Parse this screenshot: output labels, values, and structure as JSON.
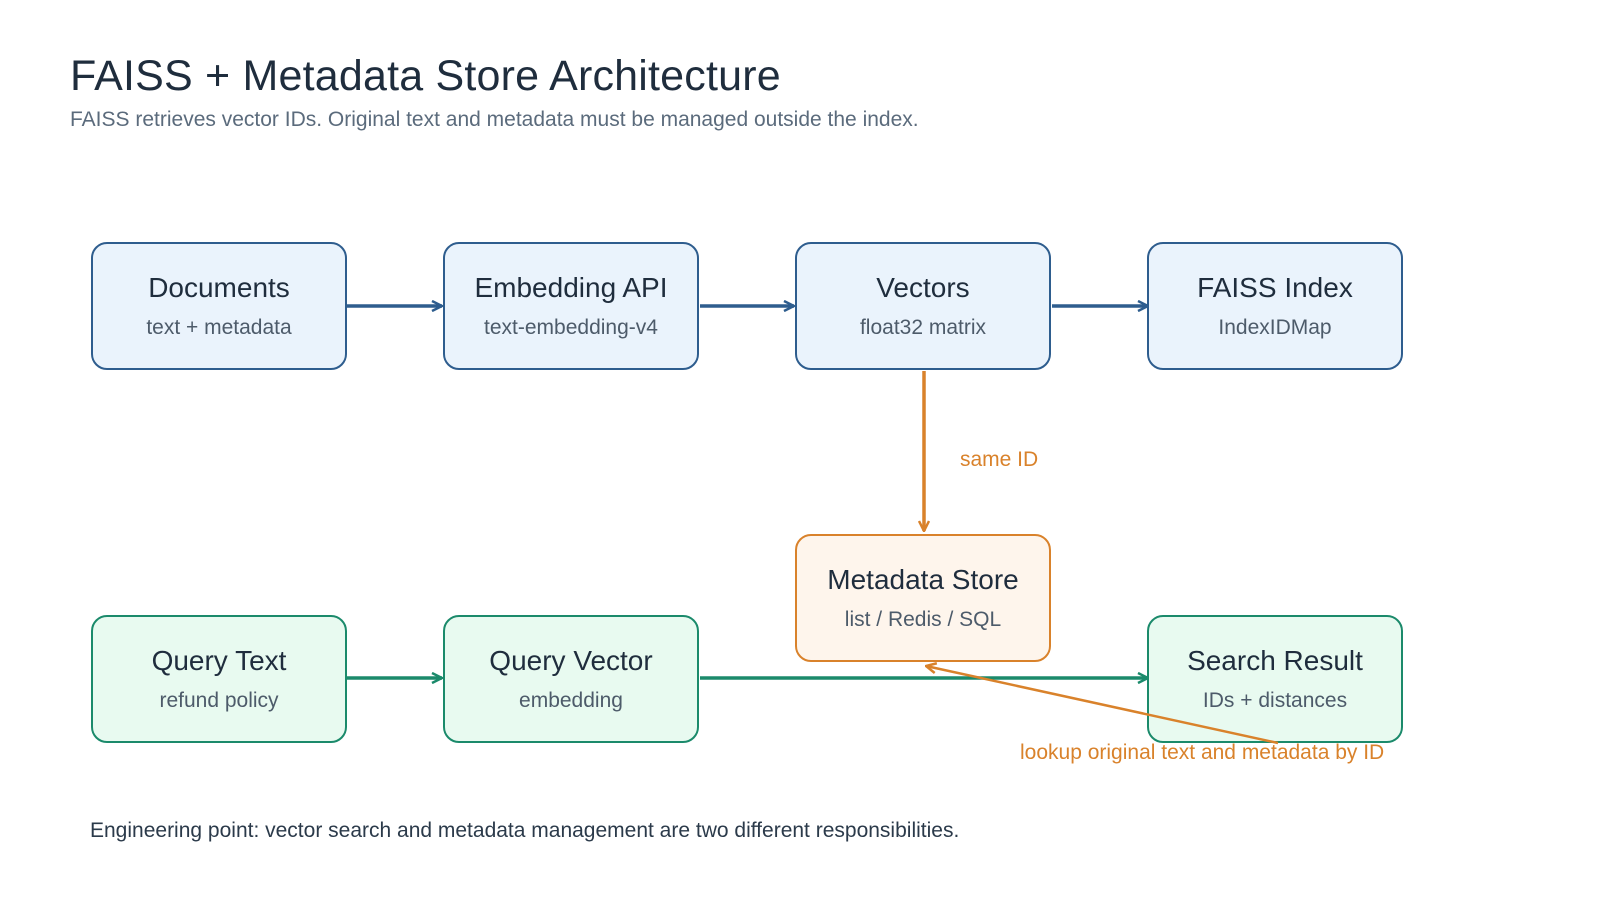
{
  "header": {
    "title": "FAISS + Metadata Store Architecture",
    "subtitle": "FAISS retrieves vector IDs. Original text and metadata must be managed outside the index."
  },
  "colors": {
    "indexing_stroke": "#2e5d8e",
    "indexing_fill": "#eaf3fc",
    "query_stroke": "#1b8a6b",
    "query_fill": "#e8faf0",
    "metadata_stroke": "#d9822b",
    "metadata_fill": "#fef5ec"
  },
  "nodes": {
    "documents": {
      "title": "Documents",
      "subtitle": "text + metadata"
    },
    "embedding_api": {
      "title": "Embedding API",
      "subtitle": "text-embedding-v4"
    },
    "vectors": {
      "title": "Vectors",
      "subtitle": "float32 matrix"
    },
    "faiss_index": {
      "title": "FAISS Index",
      "subtitle": "IndexIDMap"
    },
    "metadata_store": {
      "title": "Metadata Store",
      "subtitle": "list / Redis / SQL"
    },
    "query_text": {
      "title": "Query Text",
      "subtitle": "refund policy"
    },
    "query_vector": {
      "title": "Query Vector",
      "subtitle": "embedding"
    },
    "search_result": {
      "title": "Search Result",
      "subtitle": "IDs + distances"
    }
  },
  "edge_labels": {
    "same_id": "same ID",
    "lookup": "lookup original text and metadata by ID"
  },
  "footnote": "Engineering point: vector search and metadata management are two different responsibilities."
}
